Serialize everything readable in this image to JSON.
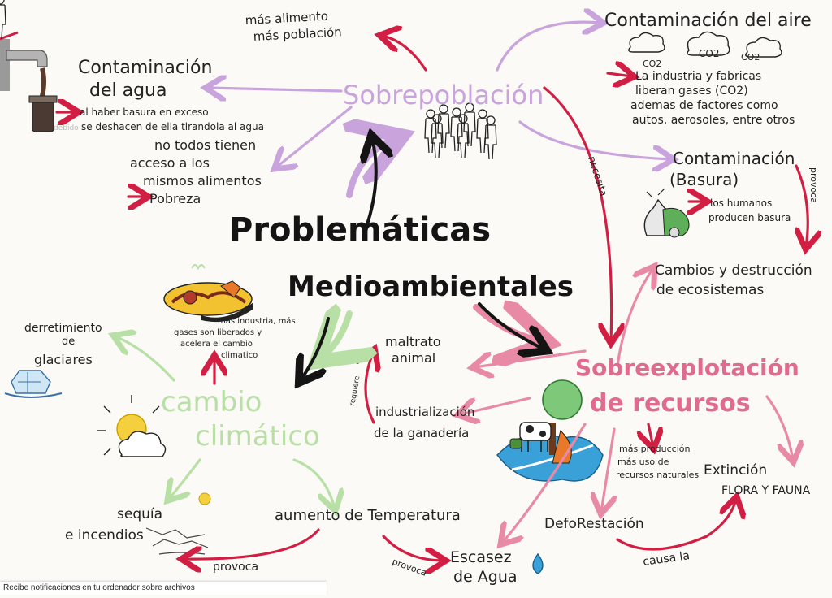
{
  "colors": {
    "ink": "#141414",
    "purple": "#c9a3dc",
    "green": "#b8e0a6",
    "pink": "#e06b8e",
    "red": "#d21e43",
    "paper": "#fbfaf6"
  },
  "central_title": {
    "line1": "Problemáticas",
    "line2": "Medioambientales"
  },
  "sobrepoblacion": {
    "title": "Sobrepoblación",
    "top_note_1": "más alimento",
    "top_note_2": "más población",
    "water": {
      "title_1": "Contaminación",
      "title_2": "del agua",
      "desc_1": "al haber basura en exceso",
      "desc_2": "se deshacen de ella tirandola al agua",
      "desc_prefix": "debido"
    },
    "food": {
      "line_1": "no todos tienen",
      "line_2": "acceso a los",
      "line_3": "mismos alimentos",
      "result": "Pobreza"
    }
  },
  "air": {
    "title": "Contaminación del aire",
    "co2": "CO2",
    "desc_1": "La industria y fabricas",
    "desc_2": "liberan gases (CO2)",
    "desc_3": "ademas de factores como",
    "desc_4": "autos, aerosoles, entre otros"
  },
  "basura": {
    "title_1": "Contaminación",
    "title_2": "(Basura)",
    "desc_1": "los humanos",
    "desc_2": "producen basura",
    "side": "provoca"
  },
  "ecosistemas": {
    "line_1": "Cambios y destrucción",
    "line_2": "de ecosistemas"
  },
  "necesita": "necesita",
  "cambio": {
    "title_1": "cambio",
    "title_2": "climático",
    "industry_1": "más industria, más",
    "industry_2": "gases son liberados y",
    "industry_3": "acelera el cambio",
    "industry_4": "climatico",
    "glaciares_1": "derretimiento",
    "glaciares_2": "de",
    "glaciares_3": "glaciares",
    "sequia_1": "sequía",
    "sequia_2": "e incendios",
    "temp": "aumento de Temperatura",
    "provoca": "provoca"
  },
  "sobreexplotacion": {
    "title_1": "Sobreexplotación",
    "title_2": "de recursos",
    "maltrato_1": "maltrato",
    "maltrato_2": "animal",
    "requiere": "requiere",
    "ganaderia_1": "industrialización",
    "ganaderia_2": "de la ganadería",
    "produccion_1": "más producción",
    "produccion_2": "más uso de",
    "produccion_3": "recursos naturales",
    "extincion_1": "Extinción",
    "extincion_2": "FLORA Y FAUNA",
    "deforestacion": "DefoRestación",
    "causa": "causa la",
    "escasez_1": "Escasez",
    "escasez_2": "de Agua",
    "provoca": "provoca"
  },
  "notification": "Recibe notificaciones en tu ordenador sobre archivos"
}
